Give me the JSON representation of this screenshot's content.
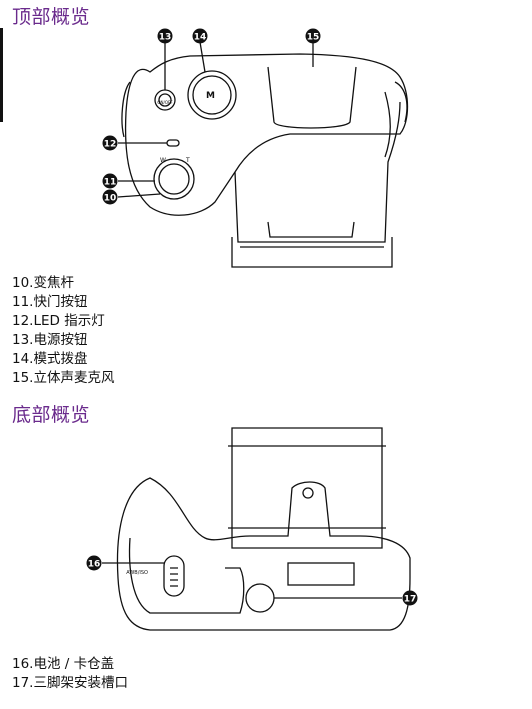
{
  "sections": [
    {
      "title": "顶部概览",
      "items": [
        "10.变焦杆",
        "11.快门按钮",
        "12.LED 指示灯",
        "13.电源按钮",
        "14.模式拨盘",
        "15.立体声麦克风"
      ],
      "callouts": [
        "13",
        "14",
        "15",
        "12",
        "11",
        "10"
      ],
      "labels": {
        "power": "ON/OFF",
        "mode_m": "M",
        "zoom_w": "W",
        "zoom_t": "T"
      }
    },
    {
      "title": "底部概览",
      "items": [
        "16.电池 / 卡仓盖",
        "17.三脚架安装槽口"
      ],
      "callouts": [
        "16",
        "17"
      ]
    }
  ]
}
